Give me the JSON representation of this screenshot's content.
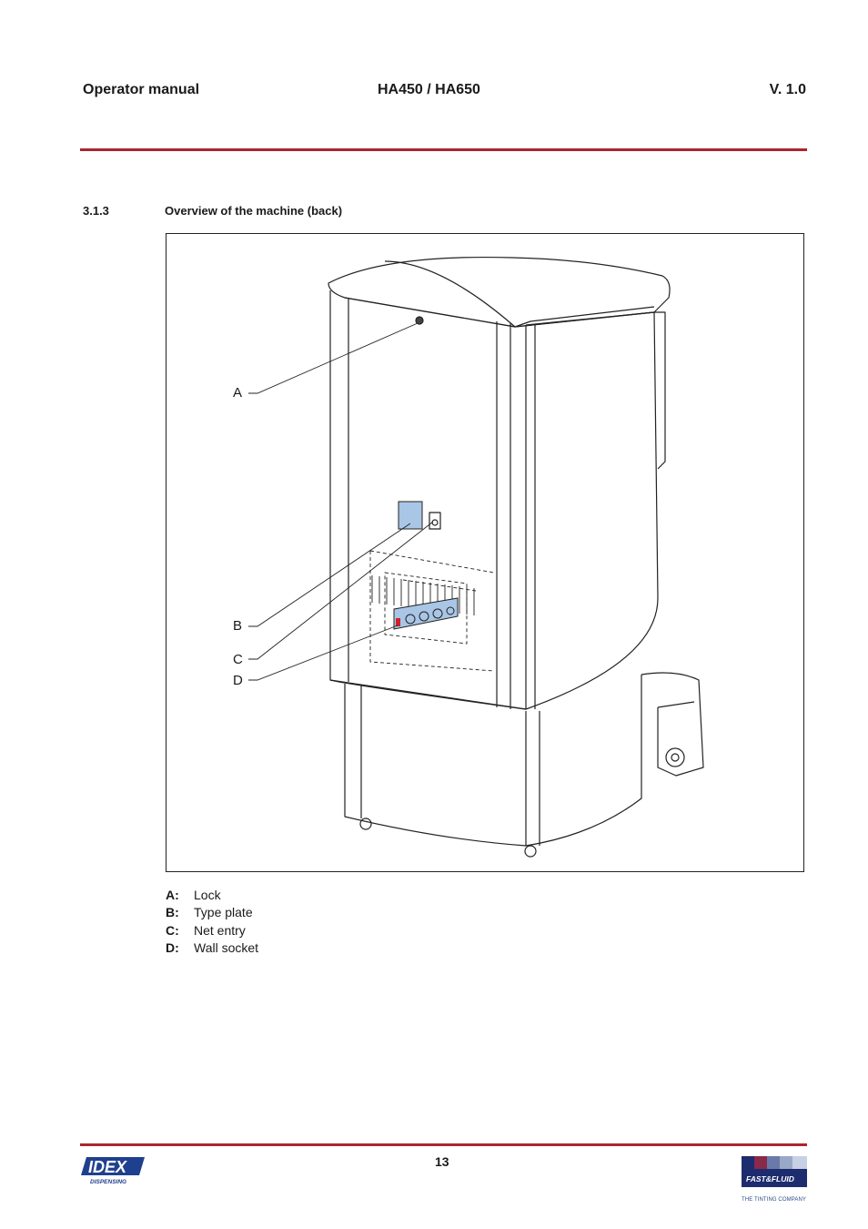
{
  "header": {
    "left": "Operator manual",
    "center": "HA450 / HA650",
    "right": "V. 1.0"
  },
  "section": {
    "number": "3.1.3",
    "title": "Overview of the machine (back)"
  },
  "figure": {
    "callouts": [
      {
        "key": "A"
      },
      {
        "key": "B"
      },
      {
        "key": "C"
      },
      {
        "key": "D"
      }
    ],
    "highlight_color": "#a9c6e6"
  },
  "legend": [
    {
      "key": "A:",
      "text": "Lock"
    },
    {
      "key": "B:",
      "text": "Type plate"
    },
    {
      "key": "C:",
      "text": "Net entry"
    },
    {
      "key": "D:",
      "text": "Wall socket"
    }
  ],
  "footer": {
    "page_number": "13",
    "left_logo": "IDEX",
    "left_logo_sub": "DISPENSING",
    "right_logo": "FAST&FLUID",
    "right_logo_tagline": "THE TINTING COMPANY"
  },
  "colors": {
    "rule": "#a8262d",
    "idex_blue": "#1f3f8f",
    "ff_navy": "#1c2c6e"
  }
}
